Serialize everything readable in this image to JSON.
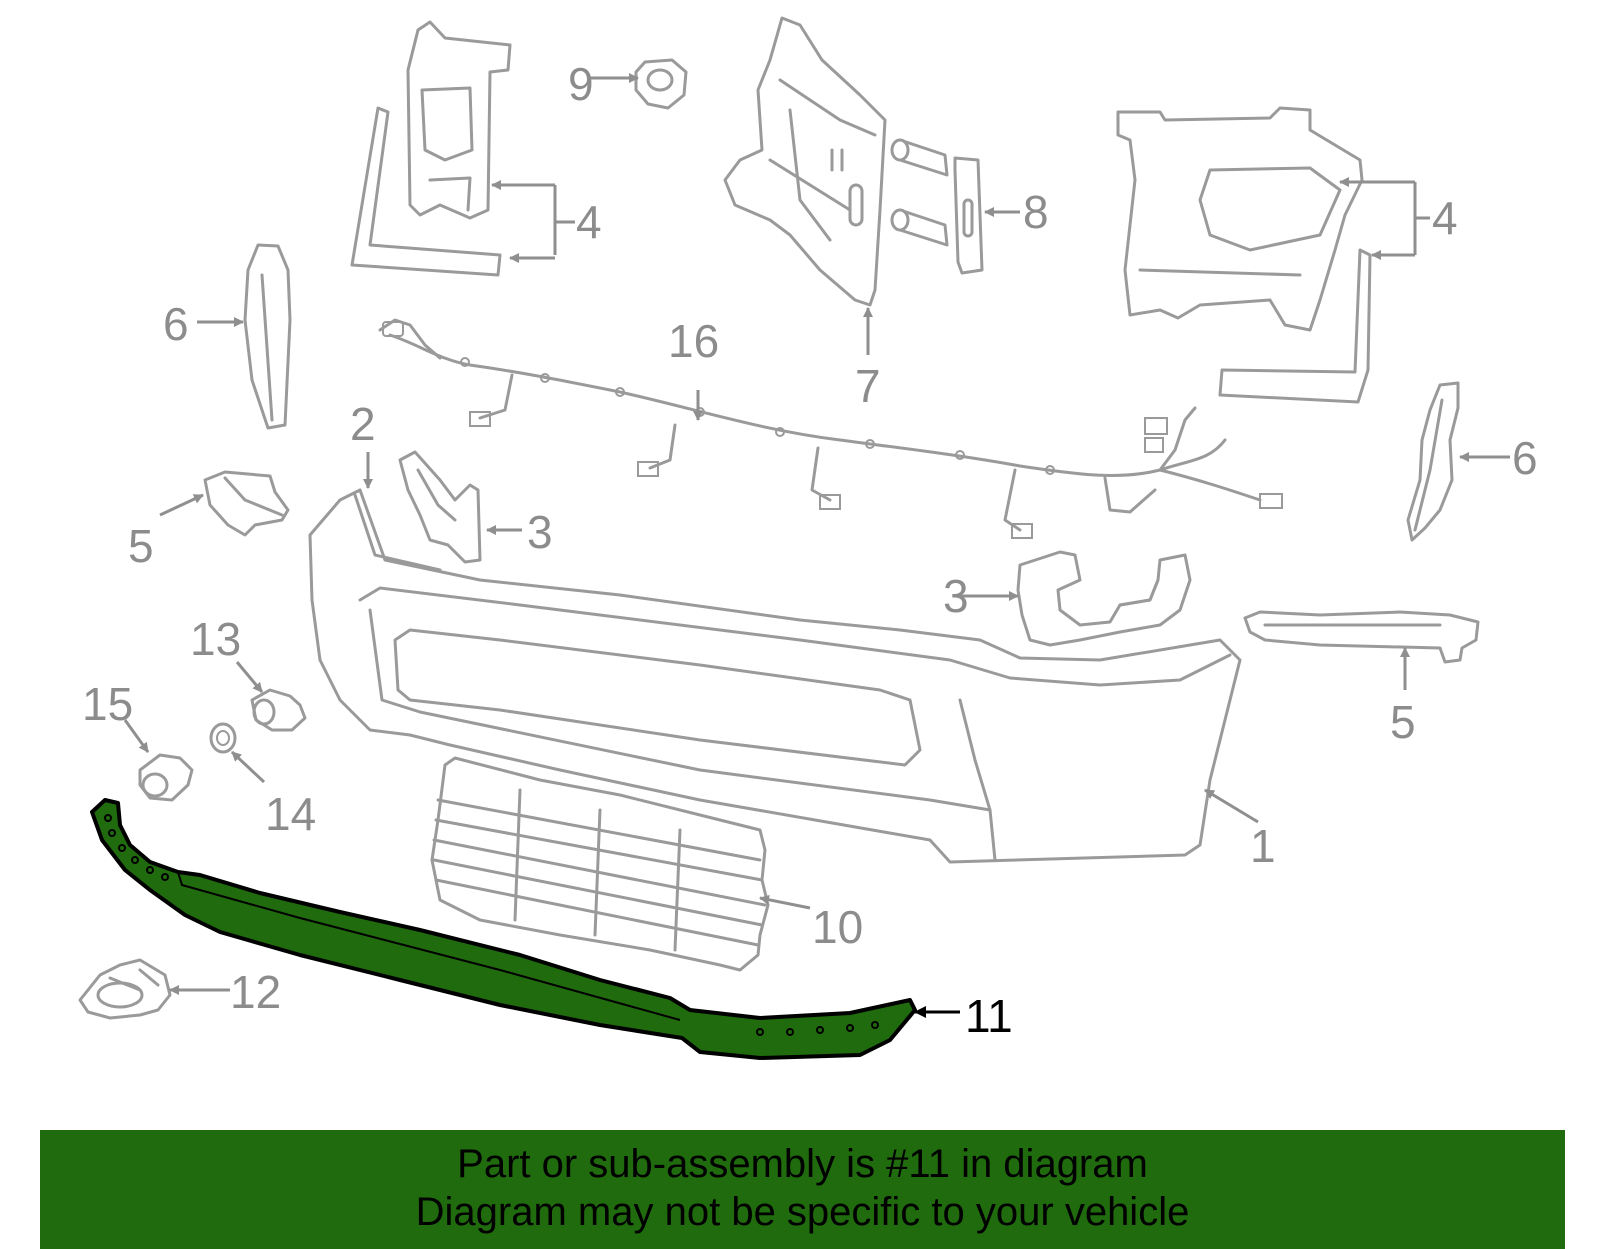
{
  "callouts": {
    "c1": "1",
    "c2": "2",
    "c3a": "3",
    "c3b": "3",
    "c4a": "4",
    "c4b": "4",
    "c5a": "5",
    "c5b": "5",
    "c6a": "6",
    "c6b": "6",
    "c7": "7",
    "c8": "8",
    "c9": "9",
    "c10": "10",
    "c11": "11",
    "c12": "12",
    "c13": "13",
    "c14": "14",
    "c15": "15",
    "c16": "16"
  },
  "banner": {
    "line1": "Part or sub-assembly is #11 in diagram",
    "line2": "Diagram may not be specific to your vehicle"
  },
  "colors": {
    "highlight": "#1f6b0d",
    "line_art": "#9a9a9a",
    "banner_background": "#1f6b0d"
  },
  "highlighted_part": "11"
}
